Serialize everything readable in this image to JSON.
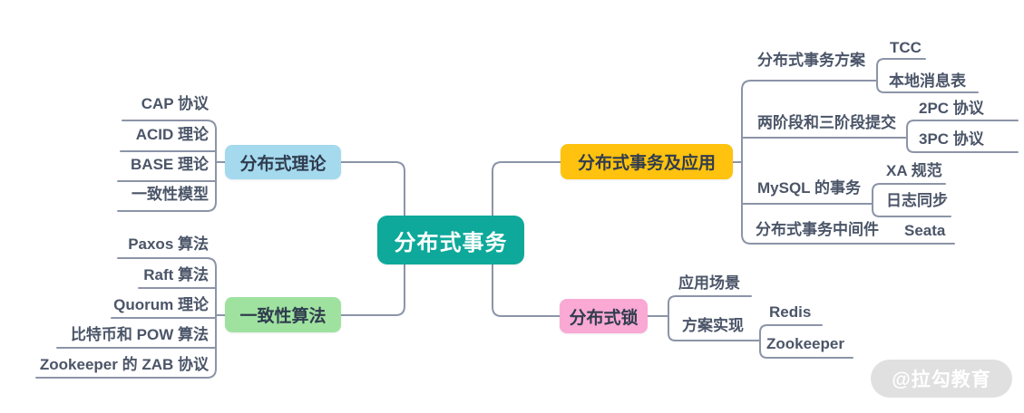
{
  "root": {
    "label": "分布式事务"
  },
  "branches": [
    {
      "label": "分布式理论",
      "children": [
        {
          "label": "CAP 协议"
        },
        {
          "label": "ACID 理论"
        },
        {
          "label": "BASE 理论"
        },
        {
          "label": "一致性模型"
        }
      ]
    },
    {
      "label": "一致性算法",
      "children": [
        {
          "label": "Paxos 算法"
        },
        {
          "label": "Raft 算法"
        },
        {
          "label": "Quorum 理论"
        },
        {
          "label": "比特币和 POW 算法"
        },
        {
          "label": "Zookeeper 的 ZAB 协议"
        }
      ]
    },
    {
      "label": "分布式事务及应用",
      "children": [
        {
          "label": "分布式事务方案",
          "children": [
            {
              "label": "TCC"
            },
            {
              "label": "本地消息表"
            }
          ]
        },
        {
          "label": "两阶段和三阶段提交",
          "children": [
            {
              "label": "2PC 协议"
            },
            {
              "label": "3PC 协议"
            }
          ]
        },
        {
          "label": "MySQL 的事务",
          "children": [
            {
              "label": "XA 规范"
            },
            {
              "label": "日志同步"
            }
          ]
        },
        {
          "label": "分布式事务中间件",
          "children": [
            {
              "label": "Seata"
            }
          ]
        }
      ]
    },
    {
      "label": "分布式锁",
      "children": [
        {
          "label": "应用场景",
          "children": []
        },
        {
          "label": "方案实现",
          "children": [
            {
              "label": "Redis"
            },
            {
              "label": "Zookeeper"
            }
          ]
        }
      ]
    }
  ],
  "watermark": {
    "label": "@拉勾教育"
  },
  "palette": {
    "root_fill": "#0EA99A",
    "theory_fill": "#A4D9EE",
    "consensus_fill": "#9FE2A0",
    "transactions_fill": "#FFC20E",
    "lock_fill": "#F9A9D4",
    "connector_line": "#8C94A8",
    "branch_text": "#303C4E",
    "leaf_text": "#4B5568",
    "root_text": "#FFFFFF",
    "watermark_fill": "#E0E0E0",
    "watermark_text": "#FFFFFF"
  }
}
